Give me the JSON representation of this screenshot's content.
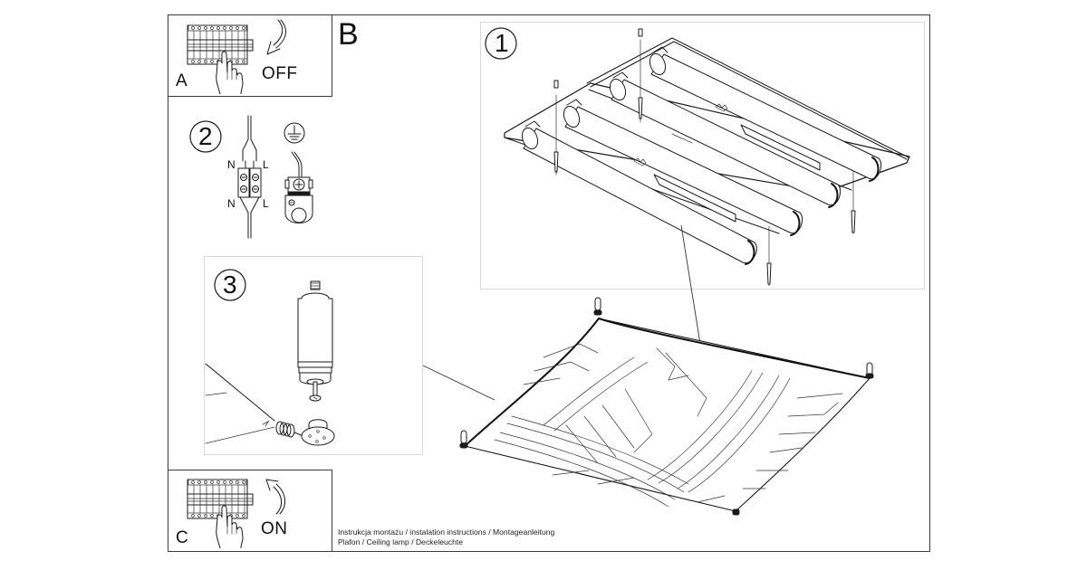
{
  "document": {
    "title": "Instrukcja montażu / instalation instructions / Montageanleitung",
    "product": "Plafon / Ceiling lamp / Deckeleuchte"
  },
  "steps": {
    "A": {
      "letter": "A",
      "action": "OFF",
      "arrow_direction": "down",
      "icon": "circuit-breaker-hand-icon"
    },
    "B": {
      "letter": "B"
    },
    "C": {
      "letter": "C",
      "action": "ON",
      "arrow_direction": "up",
      "icon": "circuit-breaker-hand-icon"
    },
    "step1": {
      "number": "1",
      "description_icon": "ceiling-base-with-tubes-and-screws"
    },
    "step2": {
      "number": "2",
      "wire_labels": {
        "top_left": "N",
        "top_right": "L",
        "bottom_left": "N",
        "bottom_right": "L"
      },
      "ground_symbol": "protective-earth-icon"
    },
    "step3": {
      "number": "3",
      "description_icon": "bulb-holder-and-spring-icon"
    }
  },
  "colors": {
    "line": "#1a1a1a",
    "frame": "#3a3a3a",
    "subbox": "#d8d8d8",
    "background": "#ffffff"
  }
}
